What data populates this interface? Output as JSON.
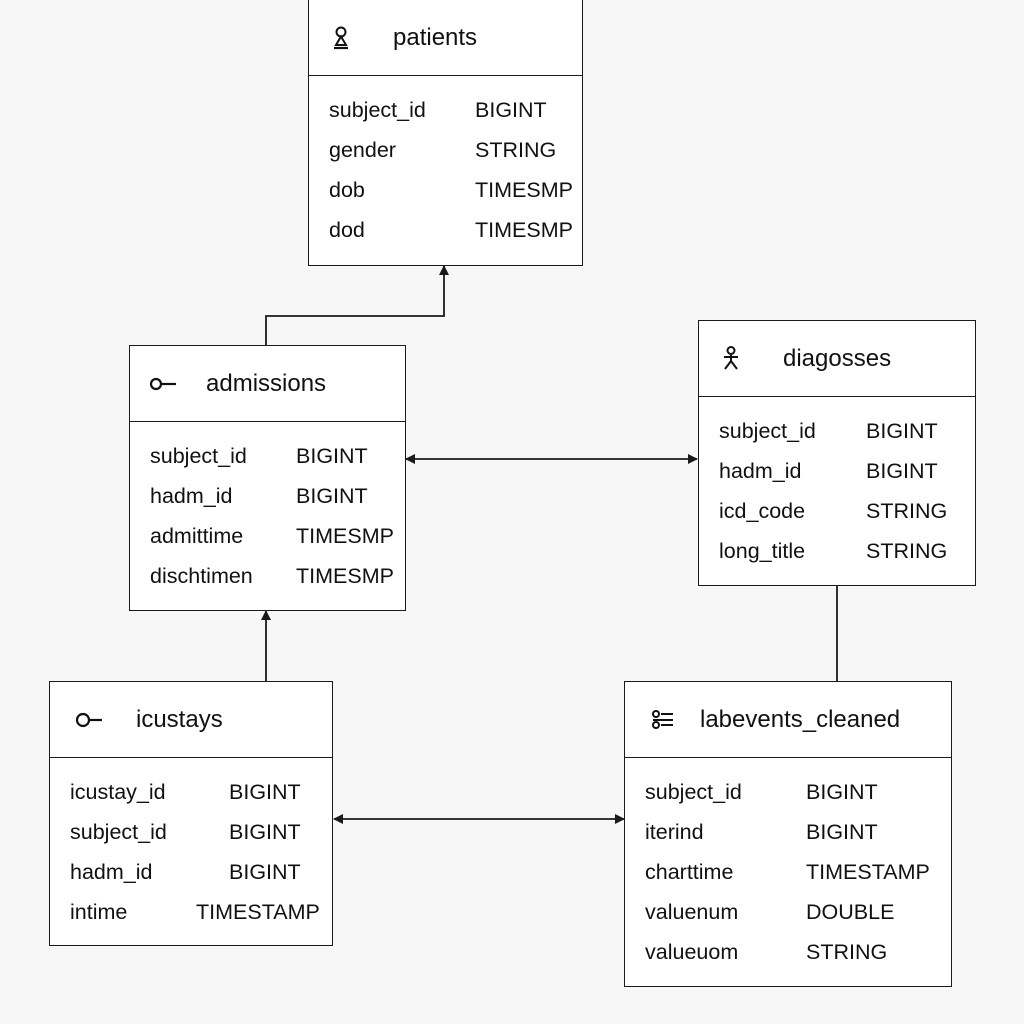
{
  "tables": {
    "patients": {
      "title": "patients",
      "icon": "person-hourglass-icon",
      "fields": [
        {
          "name": "subject_id",
          "type": "BIGINT"
        },
        {
          "name": "gender",
          "type": "STRING"
        },
        {
          "name": "dob",
          "type": "TIMESMP"
        },
        {
          "name": "dod",
          "type": "TIMESMP"
        }
      ]
    },
    "admissions": {
      "title": "admissions",
      "icon": "key-icon",
      "fields": [
        {
          "name": "subject_id",
          "type": "BIGINT"
        },
        {
          "name": "hadm_id",
          "type": "BIGINT"
        },
        {
          "name": "admittime",
          "type": "TIMESMP"
        },
        {
          "name": "dischtimen",
          "type": "TIMESMP"
        }
      ]
    },
    "diagosses": {
      "title": "diagosses",
      "icon": "person-icon",
      "fields": [
        {
          "name": "subject_id",
          "type": "BIGINT"
        },
        {
          "name": "hadm_id",
          "type": "BIGINT"
        },
        {
          "name": "icd_code",
          "type": "STRING"
        },
        {
          "name": "long_title",
          "type": "STRING"
        }
      ]
    },
    "icustays": {
      "title": "icustays",
      "icon": "key-icon",
      "fields": [
        {
          "name": "icustay_id",
          "type": "BIGINT"
        },
        {
          "name": "subject_id",
          "type": "BIGINT"
        },
        {
          "name": "hadm_id",
          "type": "BIGINT"
        },
        {
          "name": "intime",
          "type": "TIMESTAMP"
        }
      ]
    },
    "labevents_cleaned": {
      "title": "labevents_cleaned",
      "icon": "list-filter-icon",
      "fields": [
        {
          "name": "subject_id",
          "type": "BIGINT"
        },
        {
          "name": "iterind",
          "type": "BIGINT"
        },
        {
          "name": "charttime",
          "type": "TIMESTAMP"
        },
        {
          "name": "valuenum",
          "type": "DOUBLE"
        },
        {
          "name": "valueuom",
          "type": "STRING"
        }
      ]
    }
  },
  "relations": [
    {
      "from": "admissions",
      "to": "patients",
      "direction": "one-way"
    },
    {
      "from": "admissions",
      "to": "diagosses",
      "direction": "two-way"
    },
    {
      "from": "icustays",
      "to": "admissions",
      "direction": "one-way"
    },
    {
      "from": "icustays",
      "to": "labevents_cleaned",
      "direction": "two-way"
    },
    {
      "from": "diagosses",
      "to": "labevents_cleaned",
      "direction": "none"
    }
  ],
  "colors": {
    "line": "#1a1a1a",
    "box_fill": "#ffffff",
    "background": "#f7f7f7"
  }
}
